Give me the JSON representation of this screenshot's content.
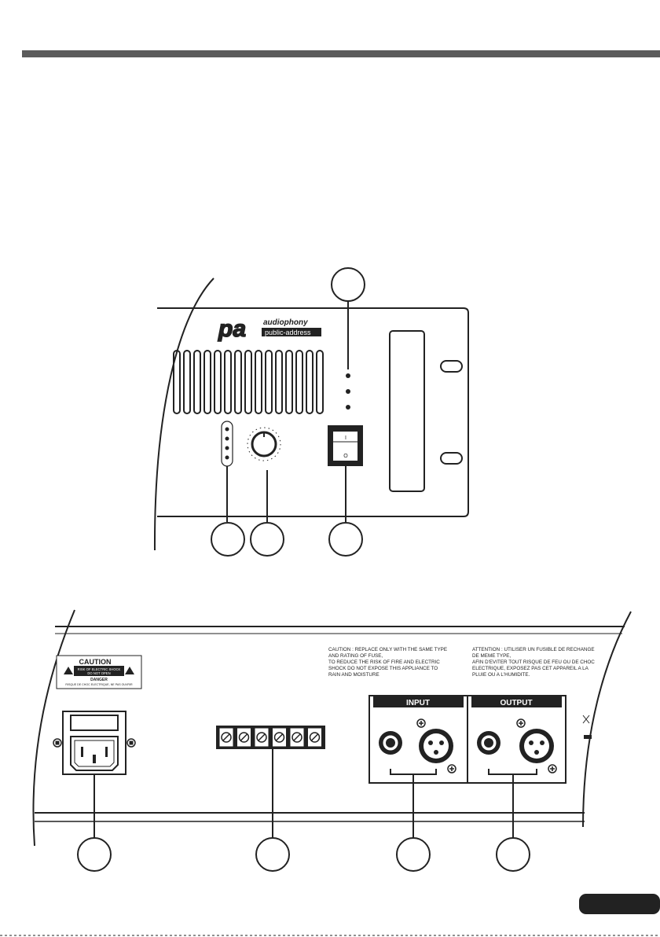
{
  "front_panel": {
    "brand_name": "audiophony",
    "brand_sub": "public-address",
    "logo_mark": "pa",
    "power_switch": {
      "on_mark": "I",
      "off_mark": "O"
    }
  },
  "rear_panel": {
    "caution_sticker": {
      "title": "CAUTION",
      "line1": "RISK OF ELECTRIC SHOCK",
      "line2": "DO NOT OPEN",
      "danger_title": "DANGER",
      "danger_text": "RISQUE DE CHOC ELECTRIQUE, NE PAS OUVRIR"
    },
    "caution_en": [
      "CAUTION : REPLACE ONLY WITH THE SAME TYPE",
      "AND RATING OF FUSE,",
      "TO REDUCE THE RISK OF FIRE AND ELECTRIC",
      "SHOCK DO NOT EXPOSE THIS APPLIANCE TO",
      "RAIN AND MOISTURE"
    ],
    "caution_fr": [
      "ATTENTION : UTILISER UN FUSIBLE DE RECHANGE",
      "DE MEME TYPE,",
      "AFIN D'EVITER TOUT RISQUE DE FEU OU DE CHOC",
      "ELECTRIQUE, EXPOSEZ PAS CET APPAREIL A LA",
      "PLUIE OU A L'HUMIDITE."
    ],
    "input_label": "INPUT",
    "output_label": "OUTPUT"
  }
}
